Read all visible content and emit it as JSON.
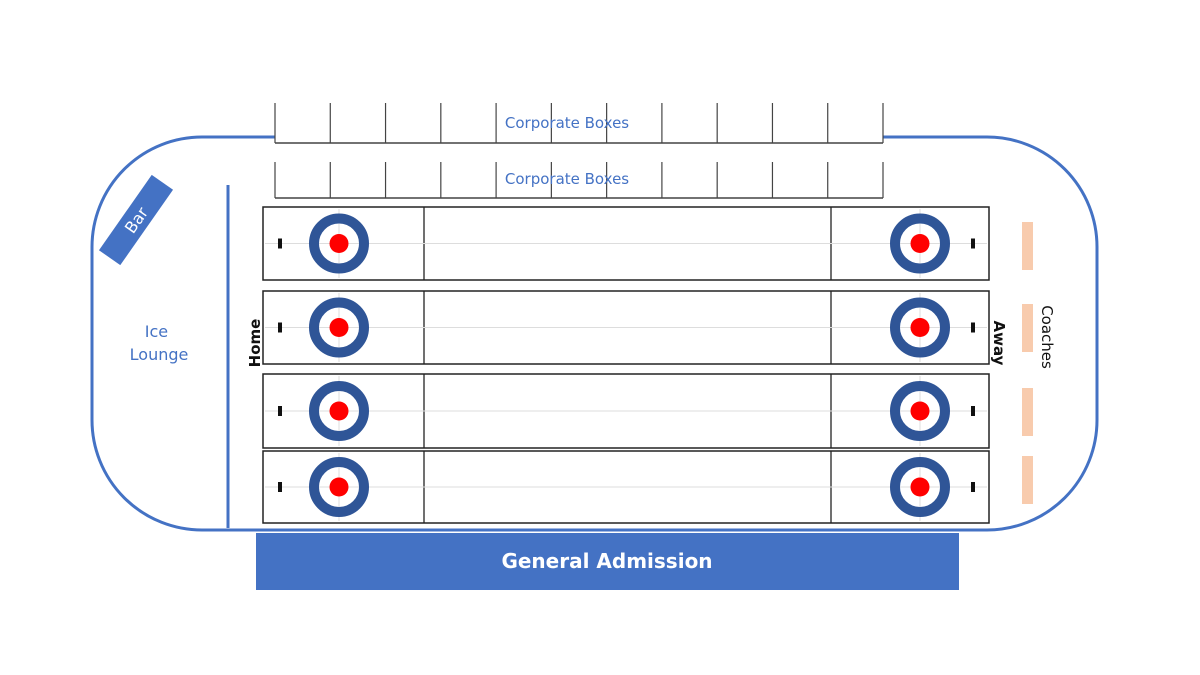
{
  "labels": {
    "corporate_boxes_top": "Corporate Boxes",
    "corporate_boxes_bottom": "Corporate Boxes",
    "bar": "Bar",
    "ice_lounge_line1": "Ice",
    "ice_lounge_line2": "Lounge",
    "home": "Home",
    "away": "Away",
    "coaches": "Coaches",
    "general_admission": "General Admission"
  },
  "sheets": 4,
  "boxes_per_row": 11,
  "coach_pads": 4,
  "colors": {
    "outline": "#4472c4",
    "house_ring": "#2f5597",
    "button": "#ff0000",
    "coach_pad": "#f8cbad",
    "admission": "#4472c4"
  }
}
